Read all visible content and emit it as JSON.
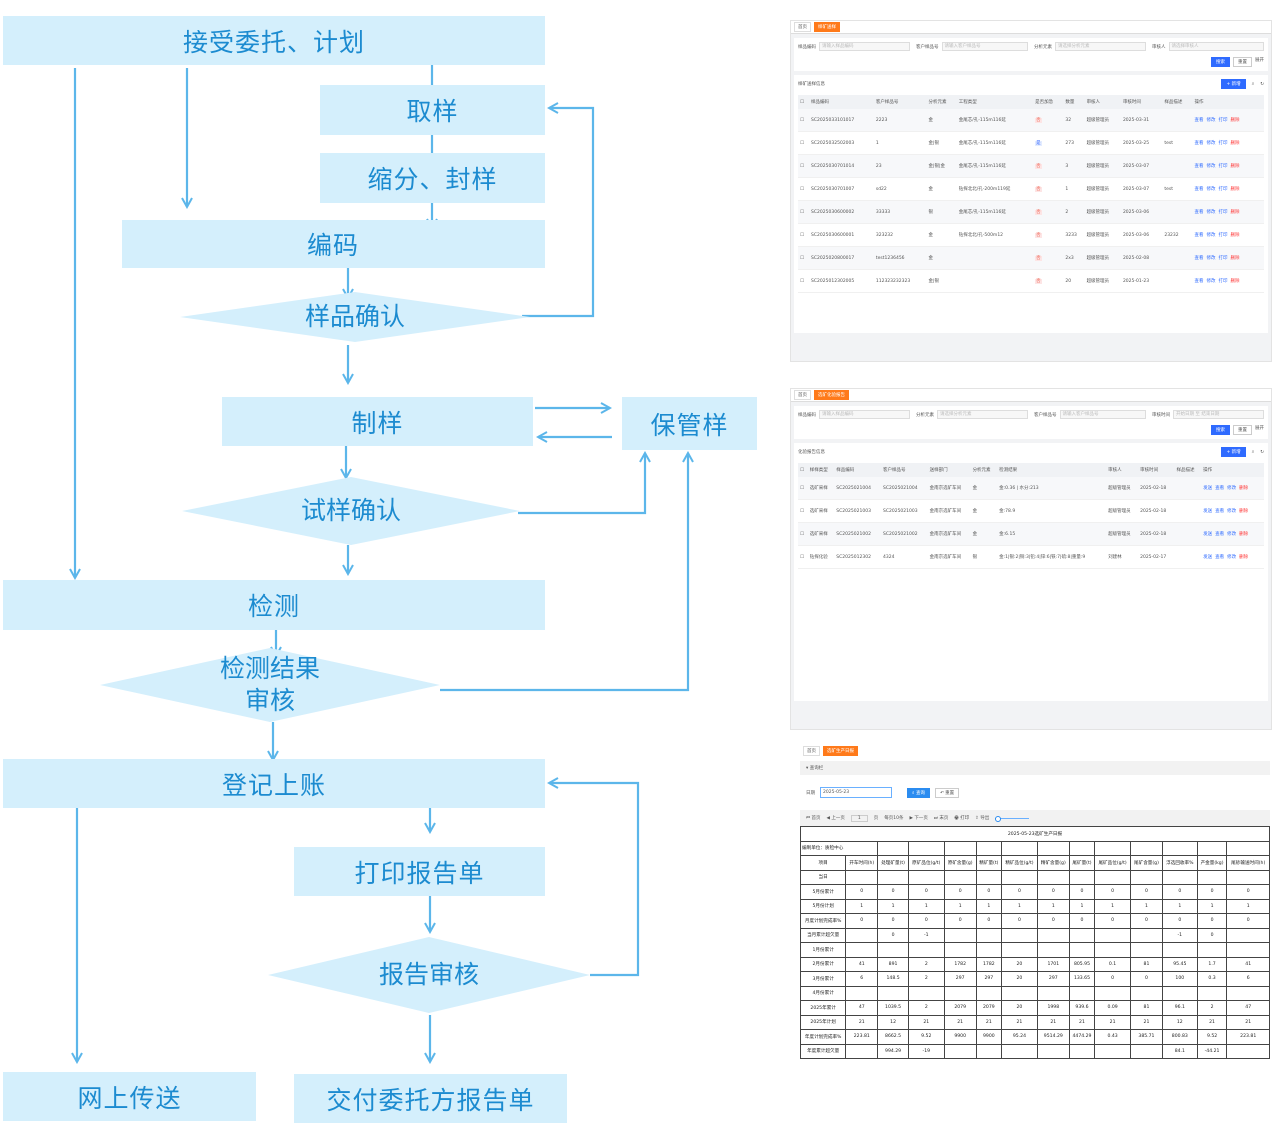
{
  "flow": {
    "accept": "接受委托、计划",
    "sampling": "取样",
    "divide_seal": "缩分、封样",
    "coding": "编码",
    "sample_confirm": "样品确认",
    "prep": "制样",
    "retain": "保管样",
    "specimen_confirm": "试样确认",
    "testing": "检测",
    "result_review_1": "检测结果",
    "result_review_2": "审核",
    "register": "登记上账",
    "print_report": "打印报告单",
    "report_review": "报告审核",
    "online_send": "网上传送",
    "deliver": "交付委托方报告单"
  },
  "colors": {
    "box_fill": "#d4effc",
    "text": "#1c8bd0",
    "arrow": "#5cb6ea",
    "tab_active": "#ff7a1a",
    "primary": "#2f6bff"
  },
  "shot1": {
    "tabs": [
      "首页",
      "样矿送样"
    ],
    "filters": [
      {
        "label": "样品编码",
        "placeholder": "请输入样品编码"
      },
      {
        "label": "客户样品号",
        "placeholder": "请输入客户样品号"
      },
      {
        "label": "分析元素",
        "placeholder": "请选择分析元素"
      },
      {
        "label": "审核人",
        "placeholder": "请选择审核人"
      }
    ],
    "search": "搜索",
    "reset": "重置",
    "expand": "展开",
    "list_title": "样矿送样信息",
    "add": "+ 新增",
    "columns": [
      "",
      "样品编码",
      "客户样品号",
      "分析元素",
      "工程类型",
      "是否加急",
      "数量",
      "审核人",
      "审核时间",
      "样品描述",
      "操作"
    ],
    "rows": [
      [
        "SC2025033101017",
        "2223",
        "金",
        "金尾芯/孔-115m116延",
        "否",
        "32",
        "超级管理员",
        "2025-03-31",
        ""
      ],
      [
        "SC2025032502003",
        "1",
        "金|银",
        "金尾芯/孔-115m116延",
        "是",
        "273",
        "超级管理员",
        "2025-03-25",
        "test"
      ],
      [
        "SC2025030701014",
        "23",
        "金|银|金",
        "金尾芯/孔-115m116延",
        "否",
        "3",
        "超级管理员",
        "2025-03-07",
        ""
      ],
      [
        "SC2025030701007",
        "sd22",
        "金",
        "钻探北北/孔-200m119延",
        "否",
        "1",
        "超级管理员",
        "2025-03-07",
        "test"
      ],
      [
        "SC2025030600002",
        "33333",
        "银",
        "金尾芯/孔-115m116延",
        "否",
        "2",
        "超级管理员",
        "2025-03-06",
        ""
      ],
      [
        "SC2025030600001",
        "323232",
        "金",
        "钻探北北/孔-500m12",
        "否",
        "3233",
        "超级管理员",
        "2025-03-06",
        "23232"
      ],
      [
        "SC2025020800017",
        "test1236456",
        "金",
        "",
        "否",
        "2x3",
        "超级管理员",
        "2025-02-08",
        ""
      ],
      [
        "SC2025012302005",
        "112323232323",
        "金|银",
        "",
        "否",
        "20",
        "超级管理员",
        "2025-01-23",
        ""
      ]
    ],
    "ops": [
      "查看",
      "修改",
      "打印",
      "删除"
    ]
  },
  "shot2": {
    "tabs": [
      "首页",
      "选矿化验报告"
    ],
    "filters": [
      {
        "label": "样品编码",
        "placeholder": "请输入样品编码"
      },
      {
        "label": "分析元素",
        "placeholder": "请选择分析元素"
      },
      {
        "label": "客户样品号",
        "placeholder": "请输入客户样品号"
      },
      {
        "label": "审核时间",
        "placeholder": "开始日期 至 结束日期"
      }
    ],
    "search": "搜索",
    "reset": "重置",
    "expand": "展开",
    "list_title": "化验报告信息",
    "add": "+ 新增",
    "columns": [
      "",
      "样样类型",
      "样品编码",
      "客户样品号",
      "送样部门",
      "分析元素",
      "检测结果",
      "审核人",
      "审核时间",
      "样品描述",
      "操作"
    ],
    "rows": [
      [
        "选矿采样",
        "SC2025021004",
        "SC2025021004",
        "金南京选矿车间",
        "金",
        "金:0.36 | 水分:213",
        "超级管理员",
        "2025-02-18",
        ""
      ],
      [
        "选矿采样",
        "SC2025021003",
        "SC2025021003",
        "金南京选矿车间",
        "金",
        "金:78.9",
        "超级管理员",
        "2025-02-18",
        ""
      ],
      [
        "选矿采样",
        "SC2025021002",
        "SC2025021002",
        "金南京选矿车间",
        "金",
        "金:6.15",
        "超级管理员",
        "2025-02-18",
        ""
      ],
      [
        "钻探化验",
        "SC2025012302",
        "4324",
        "金南京选矿车间",
        "银",
        "金:1|银:2|铜:3|铅:4|锌:6|铁:7|硫:8|重量:9",
        "刘建林",
        "2025-02-17",
        ""
      ]
    ],
    "ops": [
      "发送",
      "查看",
      "修改",
      "删除"
    ]
  },
  "shot3": {
    "tabs": [
      "首页",
      "选矿生产日报"
    ],
    "query_bar": "查询栏",
    "date_label": "日期",
    "date_value": "2025-05-23",
    "query": "查询",
    "reset": "重置",
    "toolbar": [
      "首页",
      "上一页",
      "1",
      "页",
      "每页10条",
      "下一页",
      "末页",
      "打印",
      "导出"
    ],
    "zoom_percent": 0,
    "report_title": "2025-05-23选矿生产日报",
    "unit": "编制单位：质检中心",
    "columns": [
      "项目",
      "开车时间(h)",
      "处理矿量(t)",
      "原矿品位(g/t)",
      "原矿含量(g)",
      "精矿量(t)",
      "精矿品位(g/t)",
      "精矿含量(g)",
      "尾矿量(t)",
      "尾矿品位(g/t)",
      "尾矿含量(g)",
      "浮选回收率%",
      "产金量(kg)",
      "尾砂输送时间(h)"
    ],
    "rows": [
      [
        "当日",
        "",
        "",
        "",
        "",
        "",
        "",
        "",
        "",
        "",
        "",
        "",
        "",
        ""
      ],
      [
        "5月份累计",
        "0",
        "0",
        "0",
        "0",
        "0",
        "0",
        "0",
        "0",
        "0",
        "0",
        "0",
        "0",
        "0"
      ],
      [
        "5月份计划",
        "1",
        "1",
        "1",
        "1",
        "1",
        "1",
        "1",
        "1",
        "1",
        "1",
        "1",
        "1",
        "1"
      ],
      [
        "月度计划完成率%",
        "0",
        "0",
        "0",
        "0",
        "0",
        "0",
        "0",
        "0",
        "0",
        "0",
        "0",
        "0",
        "0"
      ],
      [
        "当月累计超欠量",
        "",
        "0",
        "-1",
        "",
        "",
        "",
        "",
        "",
        "",
        "",
        "-1",
        "0",
        ""
      ],
      [
        "1月份累计",
        "",
        "",
        "",
        "",
        "",
        "",
        "",
        "",
        "",
        "",
        "",
        "",
        ""
      ],
      [
        "2月份累计",
        "41",
        "891",
        "2",
        "1782",
        "1782",
        "20",
        "1701",
        "805.95",
        "0.1",
        "81",
        "95.45",
        "1.7",
        "41"
      ],
      [
        "3月份累计",
        "6",
        "148.5",
        "2",
        "297",
        "297",
        "20",
        "297",
        "133.65",
        "0",
        "0",
        "100",
        "0.3",
        "6"
      ],
      [
        "4月份累计",
        "",
        "",
        "",
        "",
        "",
        "",
        "",
        "",
        "",
        "",
        "",
        "",
        ""
      ],
      [
        "2025年累计",
        "47",
        "1039.5",
        "2",
        "2079",
        "2079",
        "20",
        "1998",
        "939.6",
        "0.09",
        "81",
        "96.1",
        "2",
        "47"
      ],
      [
        "2025年计划",
        "21",
        "12",
        "21",
        "21",
        "21",
        "21",
        "21",
        "21",
        "21",
        "21",
        "12",
        "21",
        "21"
      ],
      [
        "年度计划完成率%",
        "223.81",
        "8662.5",
        "9.52",
        "9900",
        "9900",
        "95.24",
        "9514.29",
        "4474.29",
        "0.43",
        "385.71",
        "800.83",
        "9.52",
        "223.81"
      ],
      [
        "年度累计超欠量",
        "",
        "994.29",
        "-19",
        "",
        "",
        "",
        "",
        "",
        "",
        "",
        "84.1",
        "-44.21",
        ""
      ]
    ]
  }
}
